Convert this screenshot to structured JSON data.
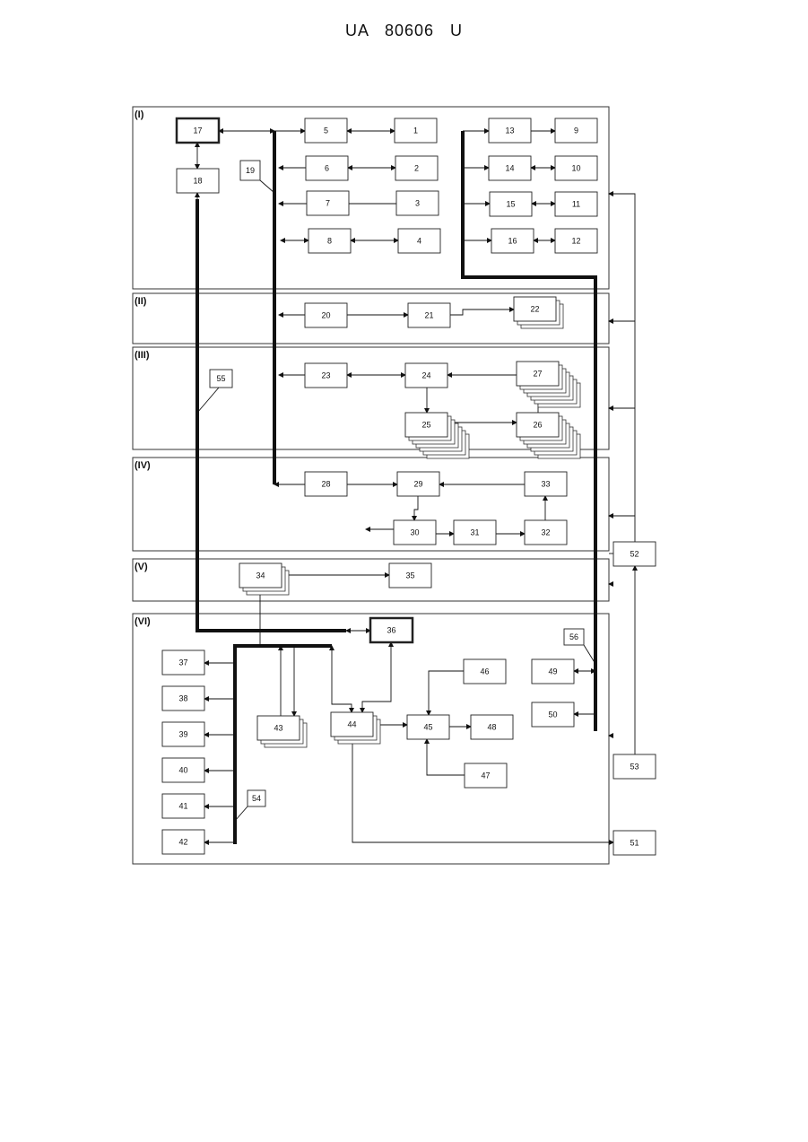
{
  "header": {
    "doc_number": "UA 80606 U"
  },
  "diagram": {
    "sections": [
      "(I)",
      "(II)",
      "(III)",
      "(IV)",
      "(V)",
      "(VI)"
    ],
    "blocks": [
      "1",
      "2",
      "3",
      "4",
      "5",
      "6",
      "7",
      "8",
      "9",
      "10",
      "11",
      "12",
      "13",
      "14",
      "15",
      "16",
      "17",
      "18",
      "19",
      "20",
      "21",
      "22",
      "23",
      "24",
      "25",
      "26",
      "27",
      "28",
      "29",
      "30",
      "31",
      "32",
      "33",
      "34",
      "35",
      "36",
      "37",
      "38",
      "39",
      "40",
      "41",
      "42",
      "43",
      "44",
      "45",
      "46",
      "47",
      "48",
      "49",
      "50",
      "51",
      "52",
      "53",
      "54",
      "55",
      "56"
    ]
  }
}
